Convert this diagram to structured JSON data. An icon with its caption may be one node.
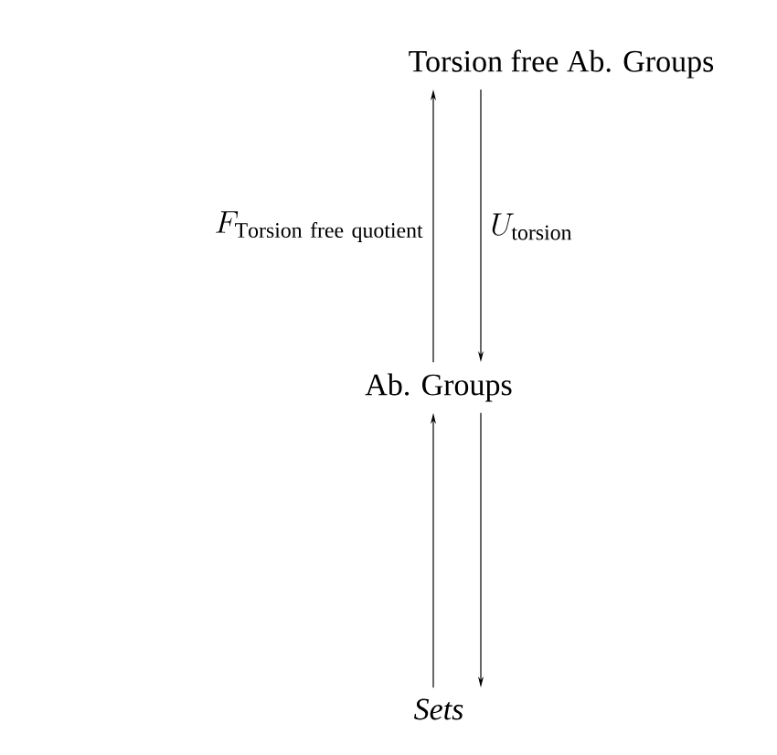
{
  "diagram": {
    "nodes": [
      {
        "text": [
          "Torsion free Ab. Groups"
        ]
      },
      {
        "text": [
          "Ab. Groups"
        ]
      },
      {
        "text": [
          "Sets"
        ]
      }
    ],
    "edges": [
      {
        "from": 1,
        "to": 0,
        "arrow": "to",
        "label": "F_{\\mathrm{Torsion\\ free\\ quotient}}"
      },
      {
        "from": 0,
        "to": 1,
        "arrow": "to",
        "label": "U_{\\mathrm{torsion}}"
      },
      {
        "from": 2,
        "to": 1,
        "arrow": "to"
      },
      {
        "from": 1,
        "to": 2,
        "arrow": "to"
      }
    ]
  }
}
